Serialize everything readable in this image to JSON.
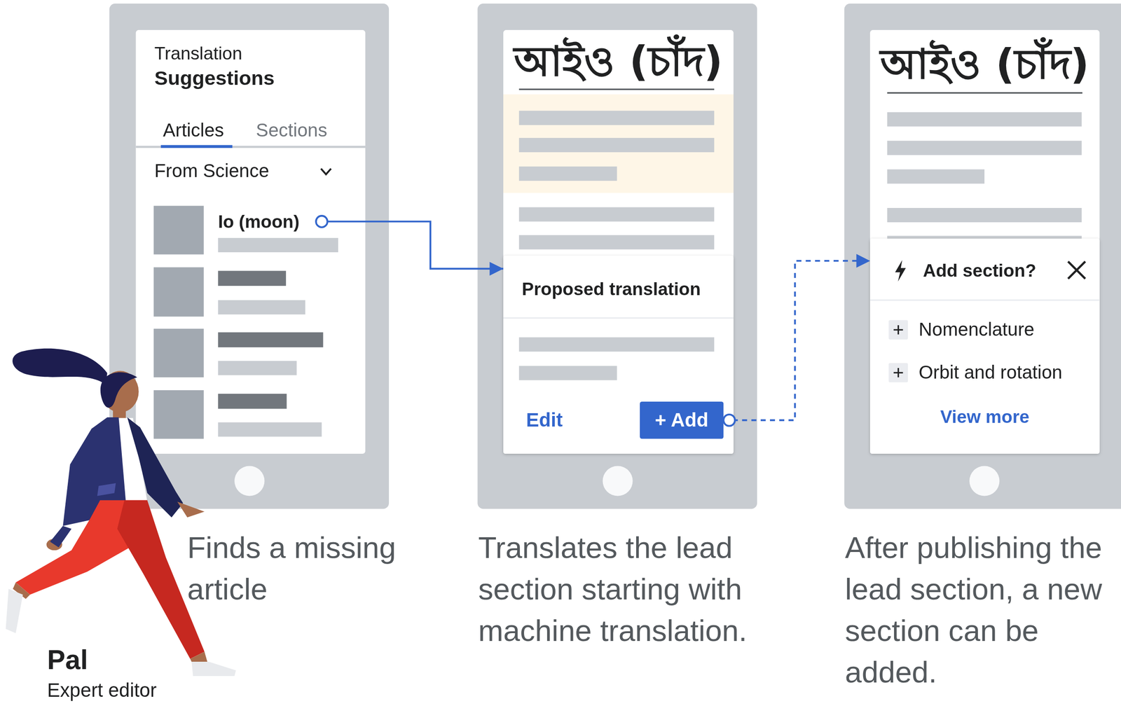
{
  "diagram": {
    "nodes": [
      {
        "text": [
          "Translation",
          "Suggestions",
          "Articles",
          "Sections",
          "From Science"
        ]
      },
      {
        "text": [
          "Io (moon)"
        ],
        "in": 0
      },
      {
        "text": [
          "আইও (চাঁদ)"
        ]
      },
      {
        "text": [
          "Proposed translation",
          "Edit"
        ],
        "in": 2
      },
      {
        "text": [
          "+ Add"
        ],
        "in": 3
      },
      {
        "text": [
          "আইও (চাঁদ)"
        ]
      },
      {
        "text": [
          "Add section?",
          "Nomenclature",
          "Orbit and rotation",
          "View more"
        ],
        "in": 5
      }
    ],
    "edges": [
      {
        "from": 1,
        "to": 3,
        "arrow": "to"
      },
      {
        "from": 4,
        "to": 6,
        "arrow": "to"
      }
    ],
    "labels": [
      "Finds a missing article",
      "Translates the lead section starting with machine translation.",
      "After publishing the lead section, a new section can be added.",
      "Pal",
      "Expert editor"
    ]
  }
}
